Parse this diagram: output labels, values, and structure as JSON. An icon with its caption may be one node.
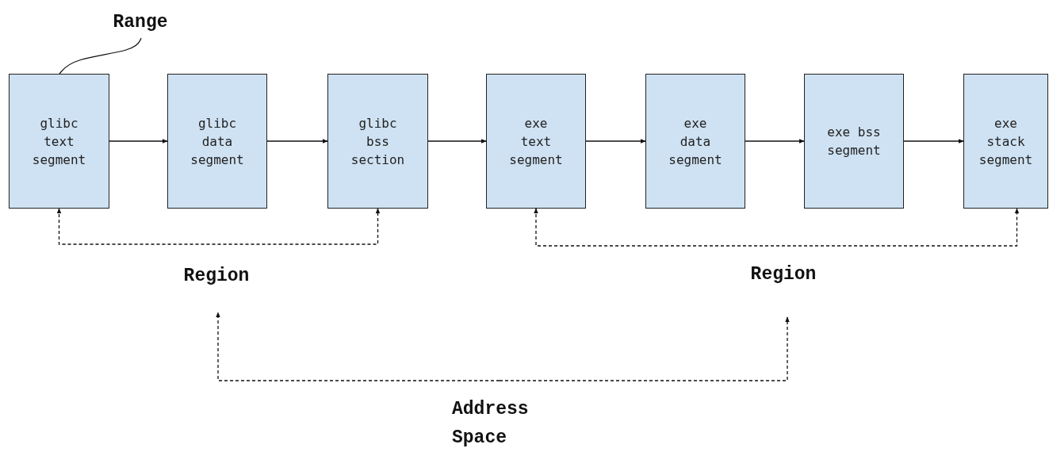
{
  "diagram": {
    "nodes": [
      {
        "text": [
          "Range"
        ]
      },
      {
        "text": [
          "glibc text segment"
        ]
      },
      {
        "text": [
          "glibc data segment"
        ]
      },
      {
        "text": [
          "glibc bss section"
        ]
      },
      {
        "text": [
          "exe text segment"
        ]
      },
      {
        "text": [
          "exe data segment"
        ]
      },
      {
        "text": [
          "exe bss segment"
        ]
      },
      {
        "text": [
          "exe stack segment"
        ]
      },
      {
        "text": [
          "Region"
        ]
      },
      {
        "text": [
          "Region"
        ]
      },
      {
        "text": [
          "Address Space"
        ]
      }
    ],
    "edges": [
      {
        "from": 1,
        "to": 2,
        "arrow": "to"
      },
      {
        "from": 2,
        "to": 3,
        "arrow": "to"
      },
      {
        "from": 3,
        "to": 4,
        "arrow": "to"
      },
      {
        "from": 4,
        "to": 5,
        "arrow": "to"
      },
      {
        "from": 5,
        "to": 6,
        "arrow": "to"
      },
      {
        "from": 6,
        "to": 7,
        "arrow": "to"
      },
      {
        "from": 0,
        "to": 1,
        "arrow": "none"
      },
      {
        "from": 1,
        "to": 3,
        "arrow": "both",
        "style": "dashed"
      },
      {
        "from": 4,
        "to": 7,
        "arrow": "both",
        "style": "dashed"
      },
      {
        "from": 10,
        "to": 8,
        "arrow": "to",
        "style": "dashed"
      },
      {
        "from": 10,
        "to": 9,
        "arrow": "to",
        "style": "dashed"
      }
    ]
  }
}
